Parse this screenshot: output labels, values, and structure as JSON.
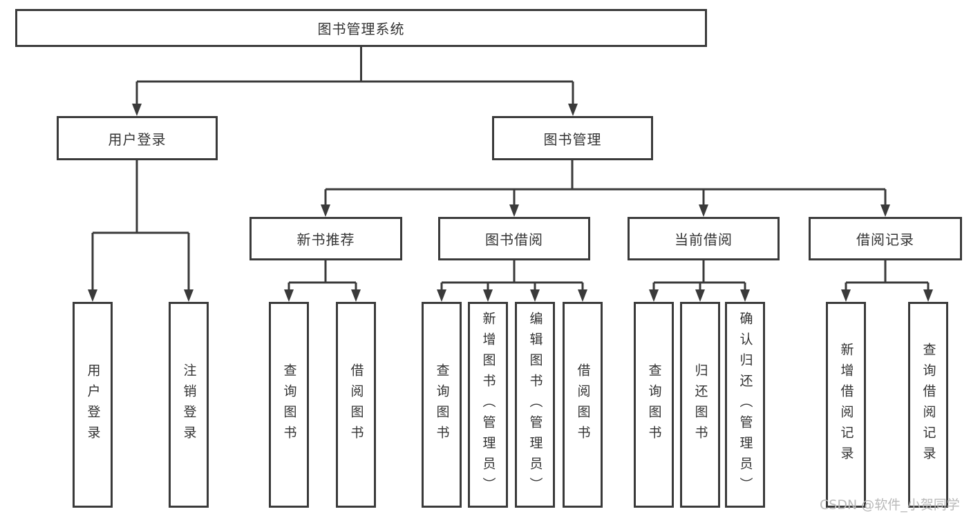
{
  "diagram": {
    "root": {
      "label": "图书管理系统",
      "children": [
        {
          "label": "用户登录",
          "children": [
            {
              "label": "用户登录"
            },
            {
              "label": "注销登录"
            }
          ]
        },
        {
          "label": "图书管理",
          "children": [
            {
              "label": "新书推荐",
              "children": [
                {
                  "label": "查询图书"
                },
                {
                  "label": "借阅图书"
                }
              ]
            },
            {
              "label": "图书借阅",
              "children": [
                {
                  "label": "查询图书"
                },
                {
                  "label": "新增图书（管理员）"
                },
                {
                  "label": "编辑图书（管理员）"
                },
                {
                  "label": "借阅图书"
                }
              ]
            },
            {
              "label": "当前借阅",
              "children": [
                {
                  "label": "查询图书"
                },
                {
                  "label": "归还图书"
                },
                {
                  "label": "确认归还（管理员）"
                }
              ]
            },
            {
              "label": "借阅记录",
              "children": [
                {
                  "label": "新增借阅记录"
                },
                {
                  "label": "查询借阅记录"
                }
              ]
            }
          ]
        }
      ]
    }
  },
  "watermark": {
    "text": "CSDN @软件_小贺同学"
  },
  "colors": {
    "line": "#3a3a3a",
    "box_background": "#ffffff",
    "text": "#333333",
    "watermark": "#b9b9b9"
  }
}
